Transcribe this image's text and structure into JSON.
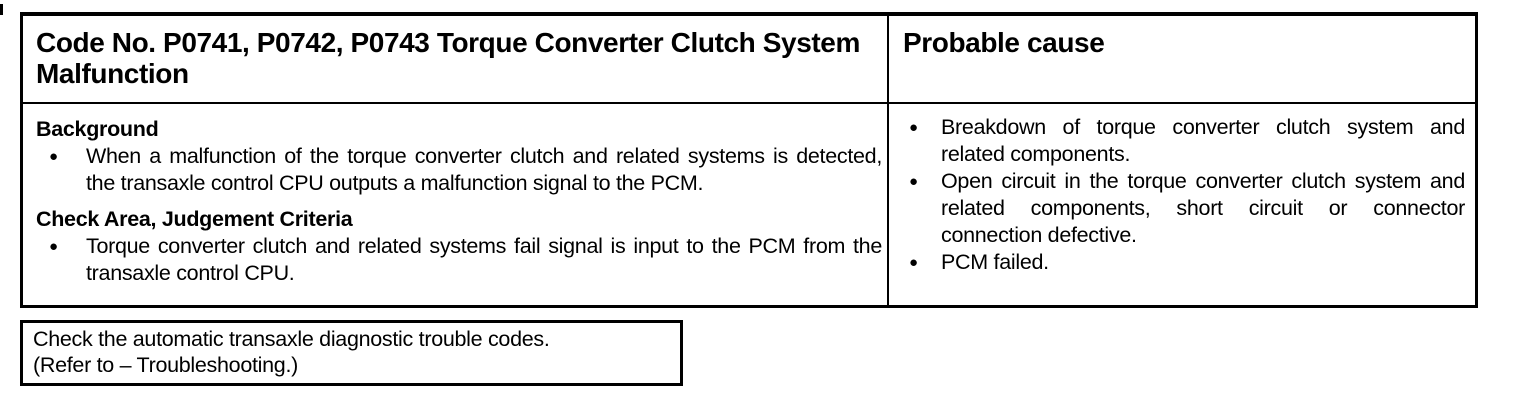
{
  "page": {
    "background": "#ffffff",
    "ink": "#000000"
  },
  "bullet_glyph": "●",
  "dtc_table": {
    "header": {
      "code_title": "Code No. P0741, P0742, P0743 Torque Converter Clutch System Malfunction",
      "probable_cause_title": "Probable cause"
    },
    "description": {
      "sections": [
        {
          "heading": "Background",
          "bullets": [
            "When a malfunction of the torque converter clutch and related systems is detected, the transaxle control CPU outputs a malfunction signal to the PCM."
          ]
        },
        {
          "heading": "Check Area, Judgement Criteria",
          "bullets": [
            "Torque converter clutch  and related systems fail signal is input to the PCM from the transaxle control CPU."
          ]
        }
      ]
    },
    "probable_cause": {
      "bullets": [
        "Breakdown of torque converter clutch system and related components.",
        "Open circuit in the torque converter clutch system and related components, short circuit or connector connection defective.",
        "PCM failed."
      ]
    }
  },
  "action_box": {
    "lines": [
      "Check the automatic transaxle diagnostic trouble codes.",
      "(Refer to  –  Troubleshooting.)"
    ]
  }
}
